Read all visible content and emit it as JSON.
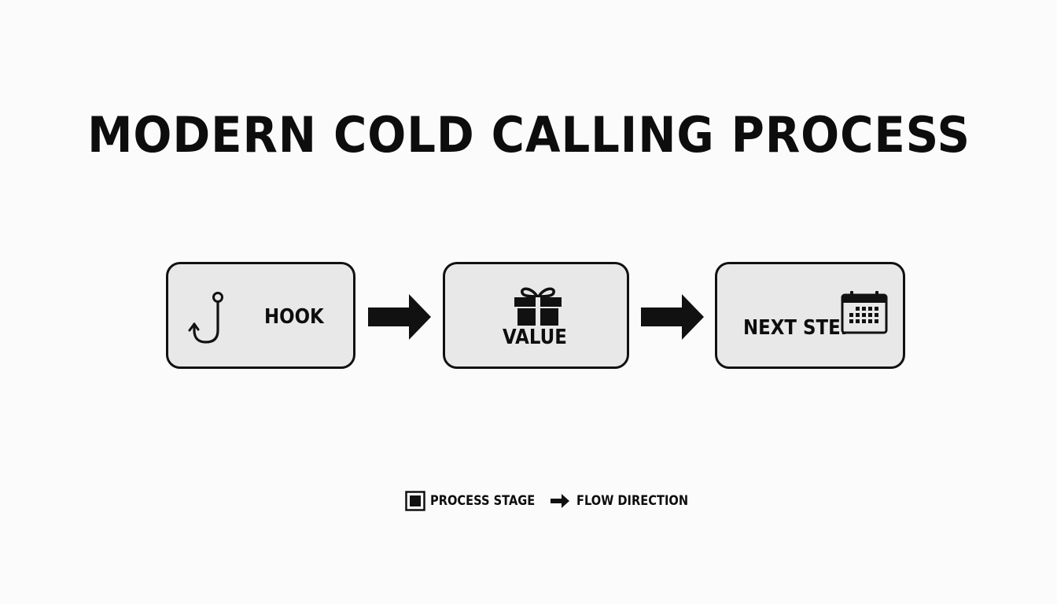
{
  "title": "MODERN COLD CALLING PROCESS",
  "stages": [
    {
      "label": "HOOK",
      "icon": "fishing-hook-icon"
    },
    {
      "label": "VALUE",
      "icon": "gift-icon"
    },
    {
      "label": "NEXT STEP",
      "icon": "calendar-icon"
    }
  ],
  "connectors": [
    {
      "from": "HOOK",
      "to": "VALUE",
      "icon": "right-arrow-icon"
    },
    {
      "from": "VALUE",
      "to": "NEXT STEP",
      "icon": "right-arrow-icon"
    }
  ],
  "legend": {
    "stage_label": "PROCESS STAGE",
    "flow_label": "FLOW DIRECTION"
  },
  "colors": {
    "background": "#fbfbfb",
    "stage_fill": "#e8e8e8",
    "ink": "#111111"
  }
}
